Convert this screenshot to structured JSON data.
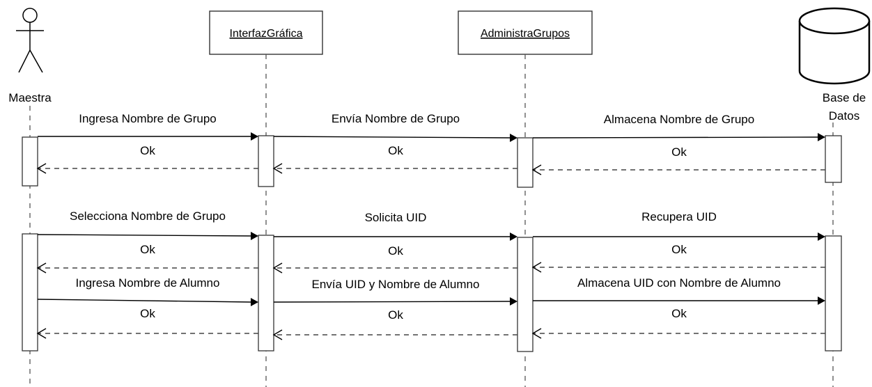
{
  "participants": {
    "actor": "Maestra",
    "interfaz": "InterfazGráfica",
    "administra": "AdministraGrupos",
    "db_line1": "Base de",
    "db_line2": "Datos"
  },
  "messages": [
    {
      "label": "Ingresa Nombre de Grupo",
      "from": "actor",
      "to": "interfaz",
      "kind": "call"
    },
    {
      "label": "Ok",
      "from": "interfaz",
      "to": "actor",
      "kind": "return"
    },
    {
      "label": "Envía Nombre de Grupo",
      "from": "interfaz",
      "to": "administra",
      "kind": "call"
    },
    {
      "label": "Ok",
      "from": "administra",
      "to": "interfaz",
      "kind": "return"
    },
    {
      "label": "Almacena Nombre de Grupo",
      "from": "administra",
      "to": "database",
      "kind": "call"
    },
    {
      "label": "Ok",
      "from": "database",
      "to": "administra",
      "kind": "return"
    },
    {
      "label": "Selecciona Nombre de Grupo",
      "from": "actor",
      "to": "interfaz",
      "kind": "call"
    },
    {
      "label": "Ok",
      "from": "interfaz",
      "to": "actor",
      "kind": "return"
    },
    {
      "label": "Solicita UID",
      "from": "interfaz",
      "to": "administra",
      "kind": "call"
    },
    {
      "label": "Ok",
      "from": "administra",
      "to": "interfaz",
      "kind": "return"
    },
    {
      "label": "Recupera UID",
      "from": "administra",
      "to": "database",
      "kind": "call"
    },
    {
      "label": "Ok",
      "from": "database",
      "to": "administra",
      "kind": "return"
    },
    {
      "label": "Ingresa Nombre de Alumno",
      "from": "actor",
      "to": "interfaz",
      "kind": "call"
    },
    {
      "label": "Ok",
      "from": "interfaz",
      "to": "actor",
      "kind": "return"
    },
    {
      "label": "Envía UID y Nombre de Alumno",
      "from": "interfaz",
      "to": "administra",
      "kind": "call"
    },
    {
      "label": "Ok",
      "from": "administra",
      "to": "interfaz",
      "kind": "return"
    },
    {
      "label": "Almacena UID con Nombre de Alumno",
      "from": "administra",
      "to": "database",
      "kind": "call"
    },
    {
      "label": "Ok",
      "from": "database",
      "to": "administra",
      "kind": "return"
    }
  ]
}
